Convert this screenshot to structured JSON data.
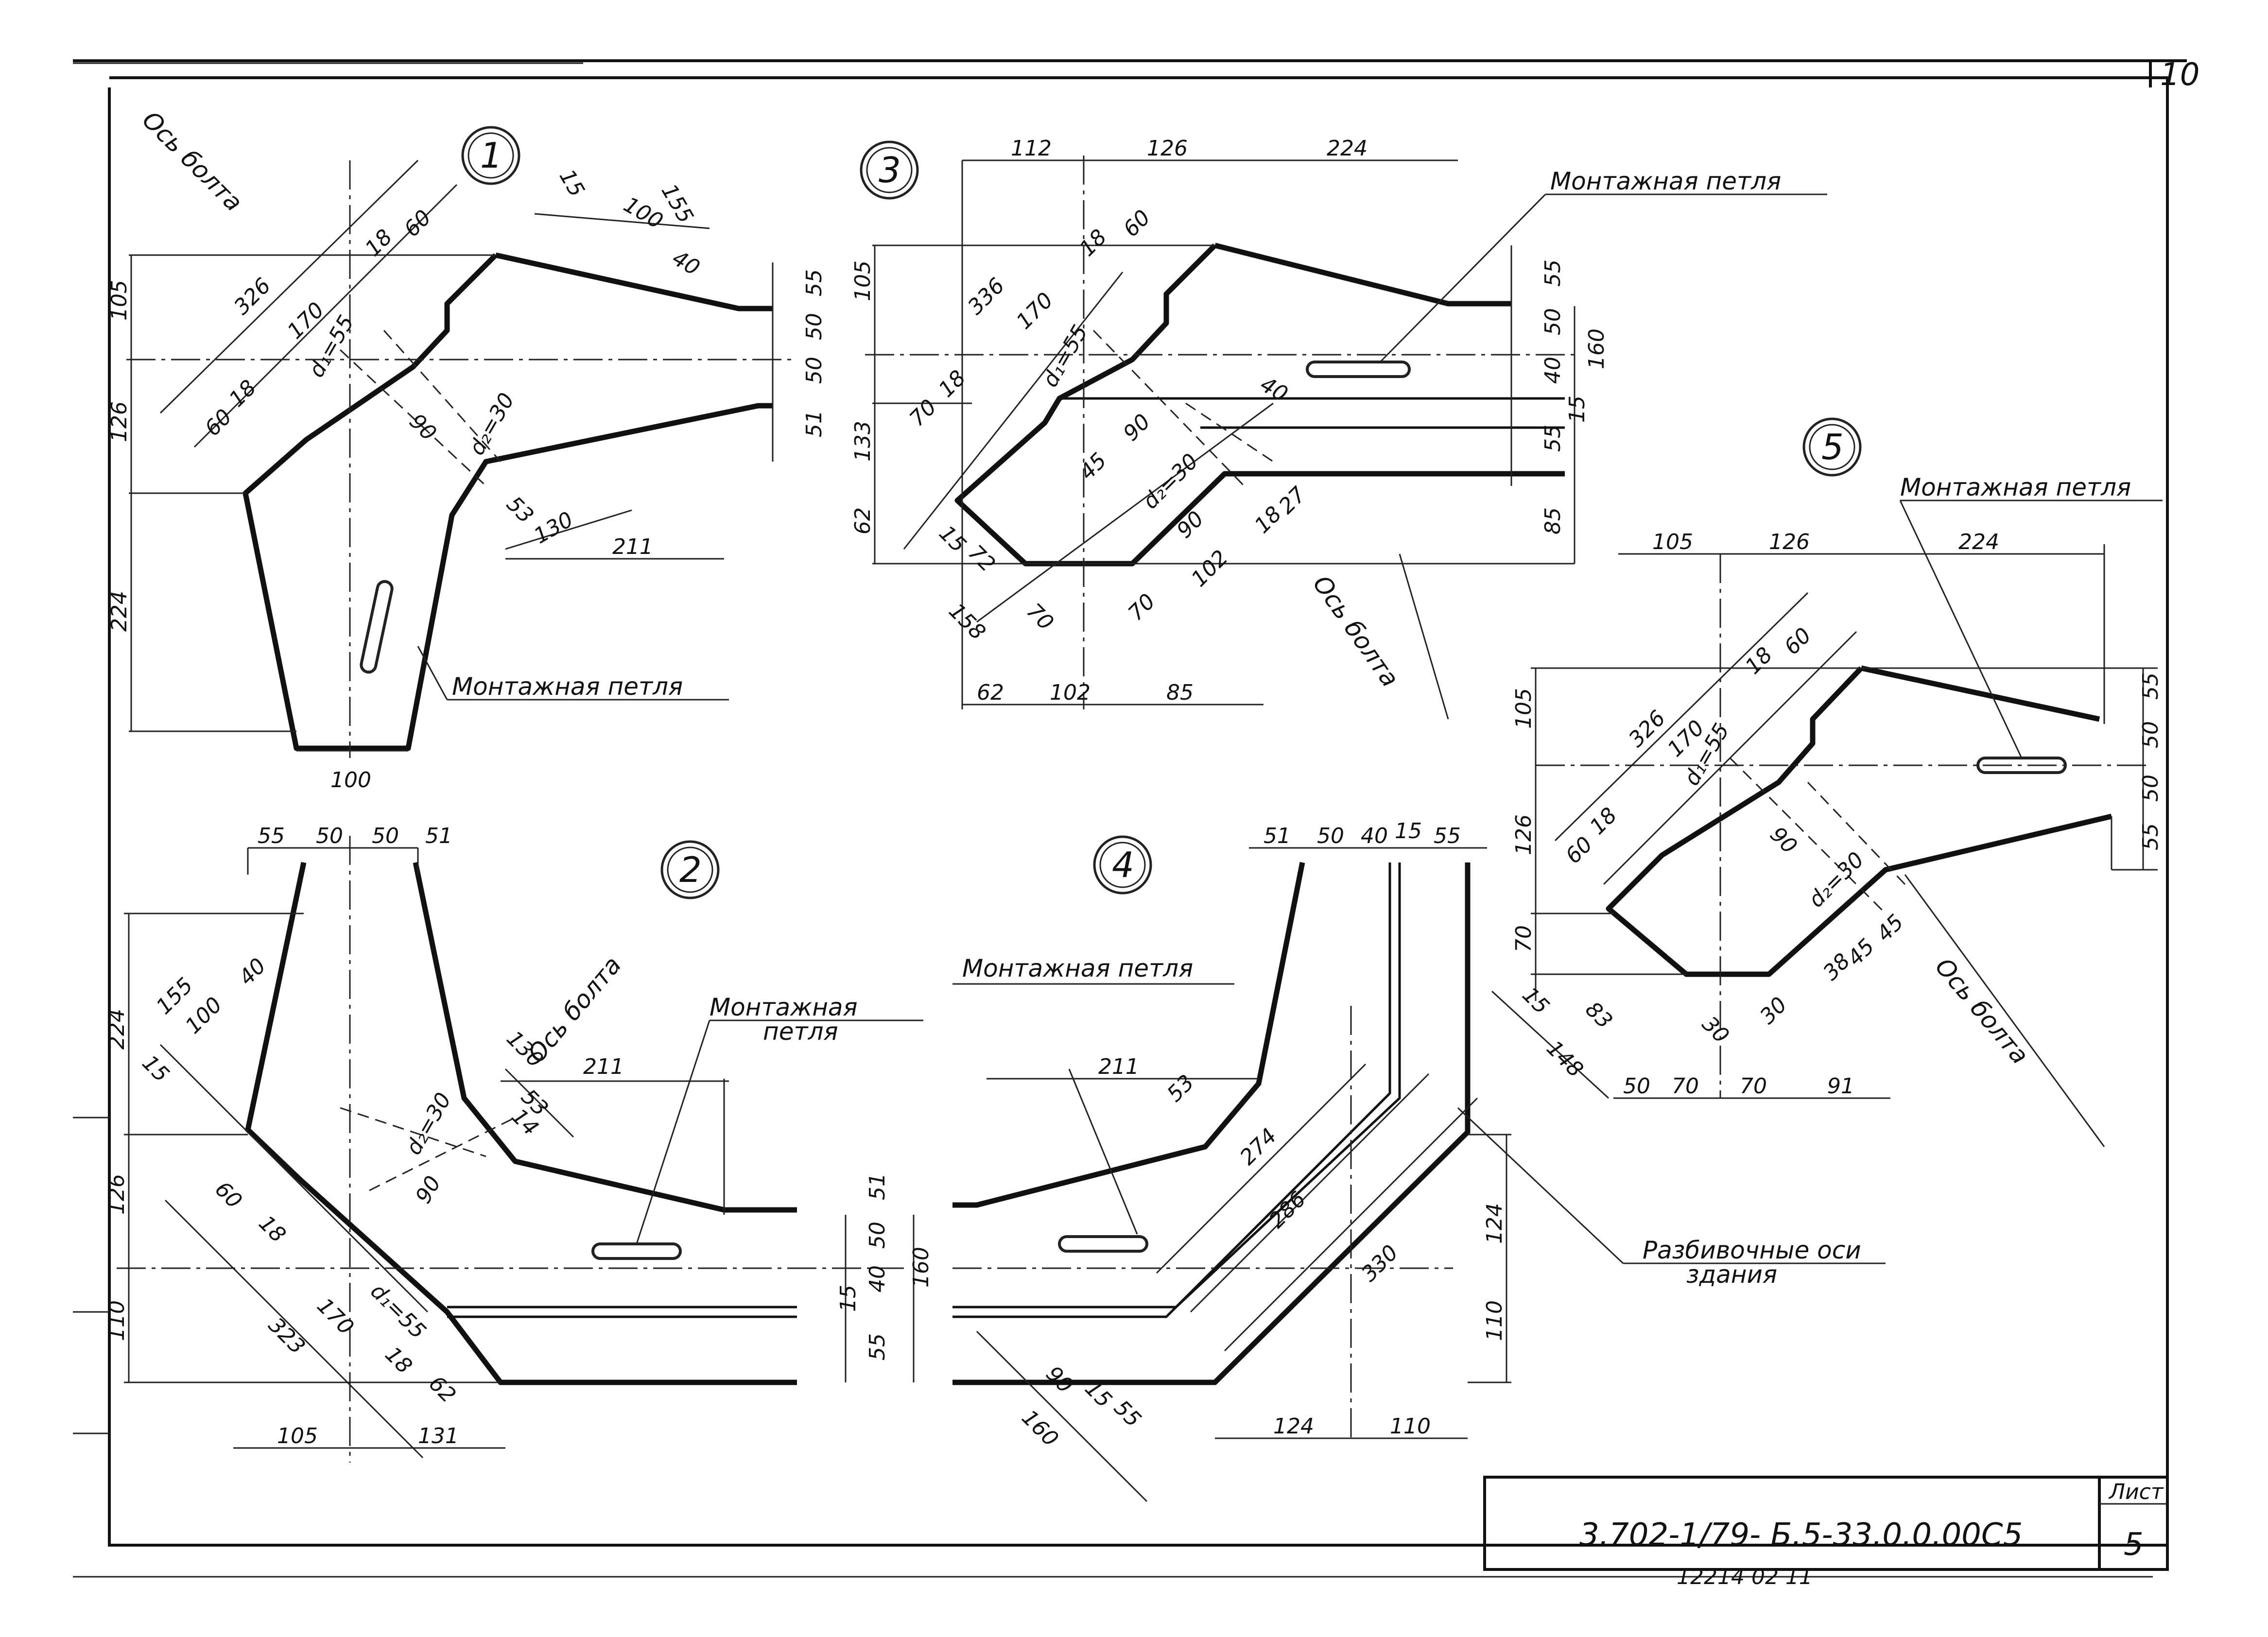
{
  "sheet": {
    "sheet_top_number": "10",
    "doc_code": "3.702-1/79- Б.5-33.0.0.00С5",
    "sheet_label": "Лист",
    "sheet_number": "5",
    "bottom_note": "12214   02     11"
  },
  "labels": {
    "bolt_axis": "Ось болта",
    "mount_loop": "Монтажная петля",
    "mount_loop_line1": "Монтажная",
    "mount_loop_line2": "петля",
    "breakout_axes_line1": "Разбивочные оси",
    "breakout_axes_line2": "здания",
    "d1": "d₁=55",
    "d2": "d₂=30"
  },
  "figures": {
    "fig1": {
      "number": "1",
      "dims": {
        "left_105": "105",
        "left_126": "126",
        "left_224": "224",
        "diag_326": "326",
        "diag_170": "170",
        "diag_18a": "18",
        "diag_60a": "60",
        "diag_60b": "60",
        "diag_18b": "18",
        "top_15": "15",
        "top_100": "100",
        "top_155": "155",
        "top_40": "40",
        "right_55": "55",
        "right_50a": "50",
        "right_50b": "50",
        "right_51": "51",
        "d_90": "90",
        "d_53": "53",
        "d_130": "130",
        "d_211": "211",
        "bottom_100": "100"
      }
    },
    "fig2": {
      "number": "2",
      "dims": {
        "top_55": "55",
        "top_50a": "50",
        "top_50b": "50",
        "top_51": "51",
        "left_224": "224",
        "left_126": "126",
        "left_110": "110",
        "d_155": "155",
        "d_100": "100",
        "d_40": "40",
        "d_15": "15",
        "d_60": "60",
        "d_18": "18",
        "d_170": "170",
        "d_323": "323",
        "d_18b": "18",
        "d_62": "62",
        "d_130": "130",
        "d_211": "211",
        "d_53": "53",
        "d_14": "14",
        "d_90": "90",
        "right_51": "51",
        "right_50": "50",
        "right_15": "15",
        "right_40": "40",
        "right_55": "55",
        "right_160": "160",
        "bottom_105": "105",
        "bottom_131": "131"
      }
    },
    "fig3": {
      "number": "3",
      "dims": {
        "top_112": "112",
        "top_126": "126",
        "top_224": "224",
        "left_105": "105",
        "left_133": "133",
        "left_62": "62",
        "d_336": "336",
        "d_170": "170",
        "d_18": "18",
        "d_60": "60",
        "d_70": "70",
        "d_18b": "18",
        "d_15": "15",
        "d_72": "72",
        "d_158": "158",
        "d_70b": "70",
        "d_70c": "70",
        "d_45": "45",
        "d_90a": "90",
        "d_40": "40",
        "d_90b": "90",
        "d_102": "102",
        "d_18c": "18",
        "d_27": "27",
        "right_55": "55",
        "right_50": "50",
        "right_40": "40",
        "right_15": "15",
        "right_55b": "55",
        "right_85": "85",
        "right_160": "160",
        "bottom_62": "62",
        "bottom_102": "102",
        "bottom_85": "85"
      }
    },
    "fig4": {
      "number": "4",
      "dims": {
        "top_51": "51",
        "top_50": "50",
        "top_40": "40",
        "top_15": "15",
        "top_55": "55",
        "d_211": "211",
        "d_53": "53",
        "d_274": "274",
        "d_286": "286",
        "d_330": "330",
        "right_124": "124",
        "right_110": "110",
        "bottom_124": "124",
        "bottom_110": "110",
        "d_90": "90",
        "d_15": "15",
        "d_55": "55",
        "d_160": "160"
      }
    },
    "fig5": {
      "number": "5",
      "dims": {
        "top_105": "105",
        "top_126": "126",
        "top_224": "224",
        "left_105": "105",
        "left_126": "126",
        "left_70": "70",
        "left_15": "15",
        "d_326": "326",
        "d_170": "170",
        "d_18": "18",
        "d_60": "60",
        "d_60b": "60",
        "d_18b": "18",
        "d_90": "90",
        "d_30a": "30",
        "d_30b": "30",
        "d_38": "38",
        "d_45a": "45",
        "d_45b": "45",
        "d_83": "83",
        "d_148": "148",
        "bottom_50": "50",
        "bottom_70a": "70",
        "bottom_70b": "70",
        "bottom_91": "91",
        "right_55a": "55",
        "right_50a": "50",
        "right_50b": "50",
        "right_55b": "55"
      }
    }
  }
}
